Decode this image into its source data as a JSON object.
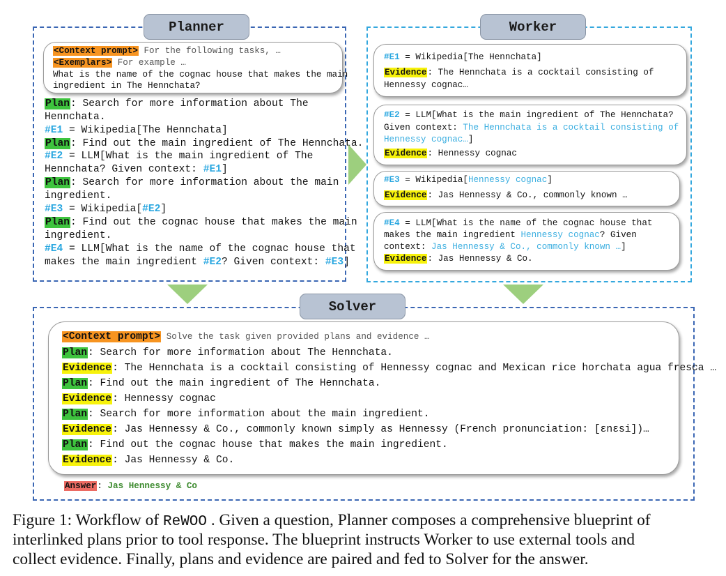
{
  "planner": {
    "title": "Planner",
    "context_tag": "<Context prompt>",
    "context_text": "For the following tasks, …",
    "exemplars_tag": "<Exemplars>",
    "exemplars_text": "For example …",
    "question_1": "What is the name of the cognac house that makes the main",
    "question_2": "ingredient in The Hennchata?",
    "plan_tag": "Plan",
    "steps": {
      "plan1_a": ": Search for more information about The",
      "plan1_b": "Hennchata.",
      "e1_var": "#E1",
      "e1_text": " = Wikipedia[The Hennchata]",
      "plan2": ": Find out the main ingredient of The Hennchata.",
      "e2_var": "#E2",
      "e2_text_a": " = LLM[What is the main ingredient of The",
      "e2_text_b": "Hennchata? Given context: ",
      "e2_ref": "#E1",
      "e2_close": "]",
      "plan3_a": ": Search for more information about the main",
      "plan3_b": "ingredient.",
      "e3_var": "#E3",
      "e3_text": " = Wikipedia[",
      "e3_ref": "#E2",
      "e3_close": "]",
      "plan4_a": ": Find out the cognac house that makes the main",
      "plan4_b": "ingredient.",
      "e4_var": "#E4",
      "e4_text_a": " = LLM[What is the name of the cognac house that",
      "e4_text_b": "makes the main ingredient ",
      "e4_ref1": "#E2",
      "e4_mid": "? Given context: ",
      "e4_ref2": "#E3",
      "e4_close": "]"
    }
  },
  "worker": {
    "title": "Worker",
    "evidence_tag": "Evidence",
    "c1_var": "#E1",
    "c1_call": " = Wikipedia[The Hennchata]",
    "c1_ev_a": ": The Hennchata is a cocktail consisting of",
    "c1_ev_b": "Hennessy cognac…",
    "c2_var": "#E2",
    "c2_a": " = LLM[What is the main ingredient of The Hennchata?",
    "c2_b": "Given context: ",
    "c2_b_blue": "The Hennchata is a cocktail consisting of",
    "c2_c_blue": "Hennessy cognac…",
    "c2_c": "]",
    "c2_ev": ": Hennessy cognac",
    "c3_var": "#E3",
    "c3_a": " = Wikipedia[",
    "c3_blue": "Hennessy cognac",
    "c3_close": "]",
    "c3_ev": ": Jas Hennessy & Co., commonly known …",
    "c4_var": "#E4",
    "c4_a": " = LLM[What is the name of the cognac house that",
    "c4_b": "makes the main ingredient ",
    "c4_b_blue": "Hennessy cognac",
    "c4_b_end": "? Given",
    "c4_c": "context: ",
    "c4_c_blue": "Jas Hennessy & Co., commonly known …",
    "c4_c_end": "]",
    "c4_ev": ": Jas Hennessy & Co."
  },
  "solver": {
    "title": "Solver",
    "context_tag": "<Context prompt>",
    "context_text": "Solve the task given provided plans and evidence …",
    "plan_tag": "Plan",
    "evidence_tag": "Evidence",
    "rows": {
      "plan1": ": Search for more information about The Hennchata.",
      "ev1": ": The Hennchata is a cocktail consisting of Hennessy cognac and Mexican rice horchata agua fresca …",
      "plan2": ": Find out the main ingredient of The Hennchata.",
      "ev2": ": Hennessy cognac",
      "plan3": ": Search for more information about the main ingredient.",
      "ev3": ": Jas Hennessy & Co., commonly known simply as Hennessy (French pronunciation: [ɛnɛsi])…",
      "plan4": ": Find out the cognac house that makes the main ingredient.",
      "ev4": ": Jas Hennessy & Co."
    },
    "answer_tag": "Answer",
    "answer_colon": ": ",
    "answer_text": "Jas Hennessy & Co"
  },
  "caption": {
    "line1_a": "Figure 1: Workflow of ",
    "line1_code": "ReWOO",
    "line1_b": " . Given a question, Planner composes a comprehensive blueprint of",
    "line2": "interlinked plans prior to tool response.  The blueprint instructs Worker to use external tools and",
    "line3": "collect evidence. Finally, plans and evidence are paired and fed to Solver for the answer."
  },
  "colors": {
    "frame_blue": "#3a66b3",
    "frame_cyan": "#34a8de",
    "plan_green": "#3ec33e",
    "evidence_yellow": "#f7f20b",
    "context_orange": "#f79420",
    "answer_red": "#ec6b63",
    "variable_blue": "#2aa7e0",
    "arrow_green": "#9dcf7e"
  }
}
